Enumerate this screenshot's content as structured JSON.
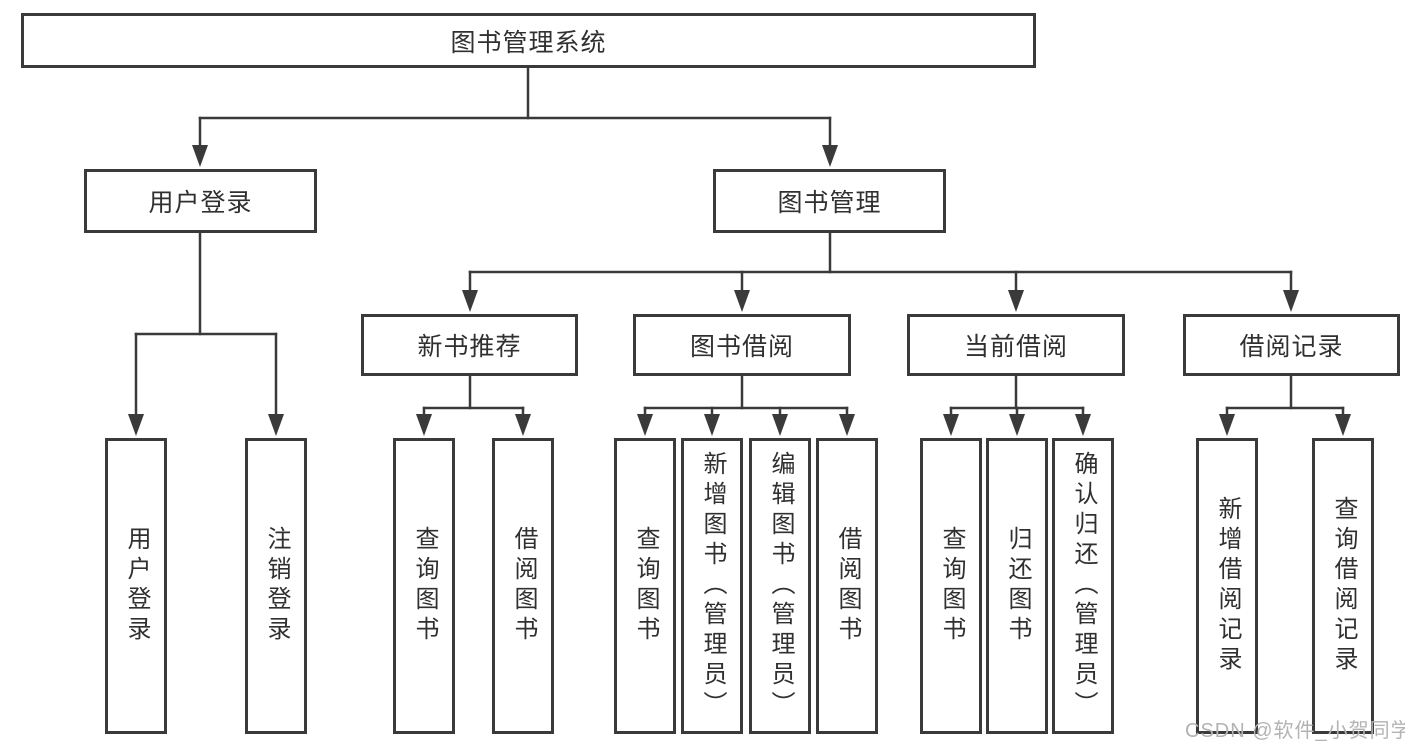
{
  "diagram": {
    "type": "functional-structure-tree",
    "tree": {
      "root": {
        "label": "图书管理系统"
      },
      "children": [
        {
          "label": "用户登录",
          "children": [
            {
              "label": "用户登录"
            },
            {
              "label": "注销登录"
            }
          ]
        },
        {
          "label": "图书管理",
          "children": [
            {
              "label": "新书推荐",
              "children": [
                {
                  "label": "查询图书"
                },
                {
                  "label": "借阅图书"
                }
              ]
            },
            {
              "label": "图书借阅",
              "children": [
                {
                  "label": "查询图书"
                },
                {
                  "label": "新增图书（管理员）"
                },
                {
                  "label": "编辑图书（管理员）"
                },
                {
                  "label": "借阅图书"
                }
              ]
            },
            {
              "label": "当前借阅",
              "children": [
                {
                  "label": "查询图书"
                },
                {
                  "label": "归还图书"
                },
                {
                  "label": "确认归还（管理员）"
                }
              ]
            },
            {
              "label": "借阅记录",
              "children": [
                {
                  "label": "新增借阅记录"
                },
                {
                  "label": "查询借阅记录"
                }
              ]
            }
          ]
        }
      ]
    },
    "watermark": {
      "text": "CSDN @软件_小贺同学",
      "color": "#b3b3b3"
    },
    "colors": {
      "line": "#3a3a3a",
      "text": "#303030",
      "box_fill": "#ffffff",
      "background": "#ffffff"
    }
  }
}
